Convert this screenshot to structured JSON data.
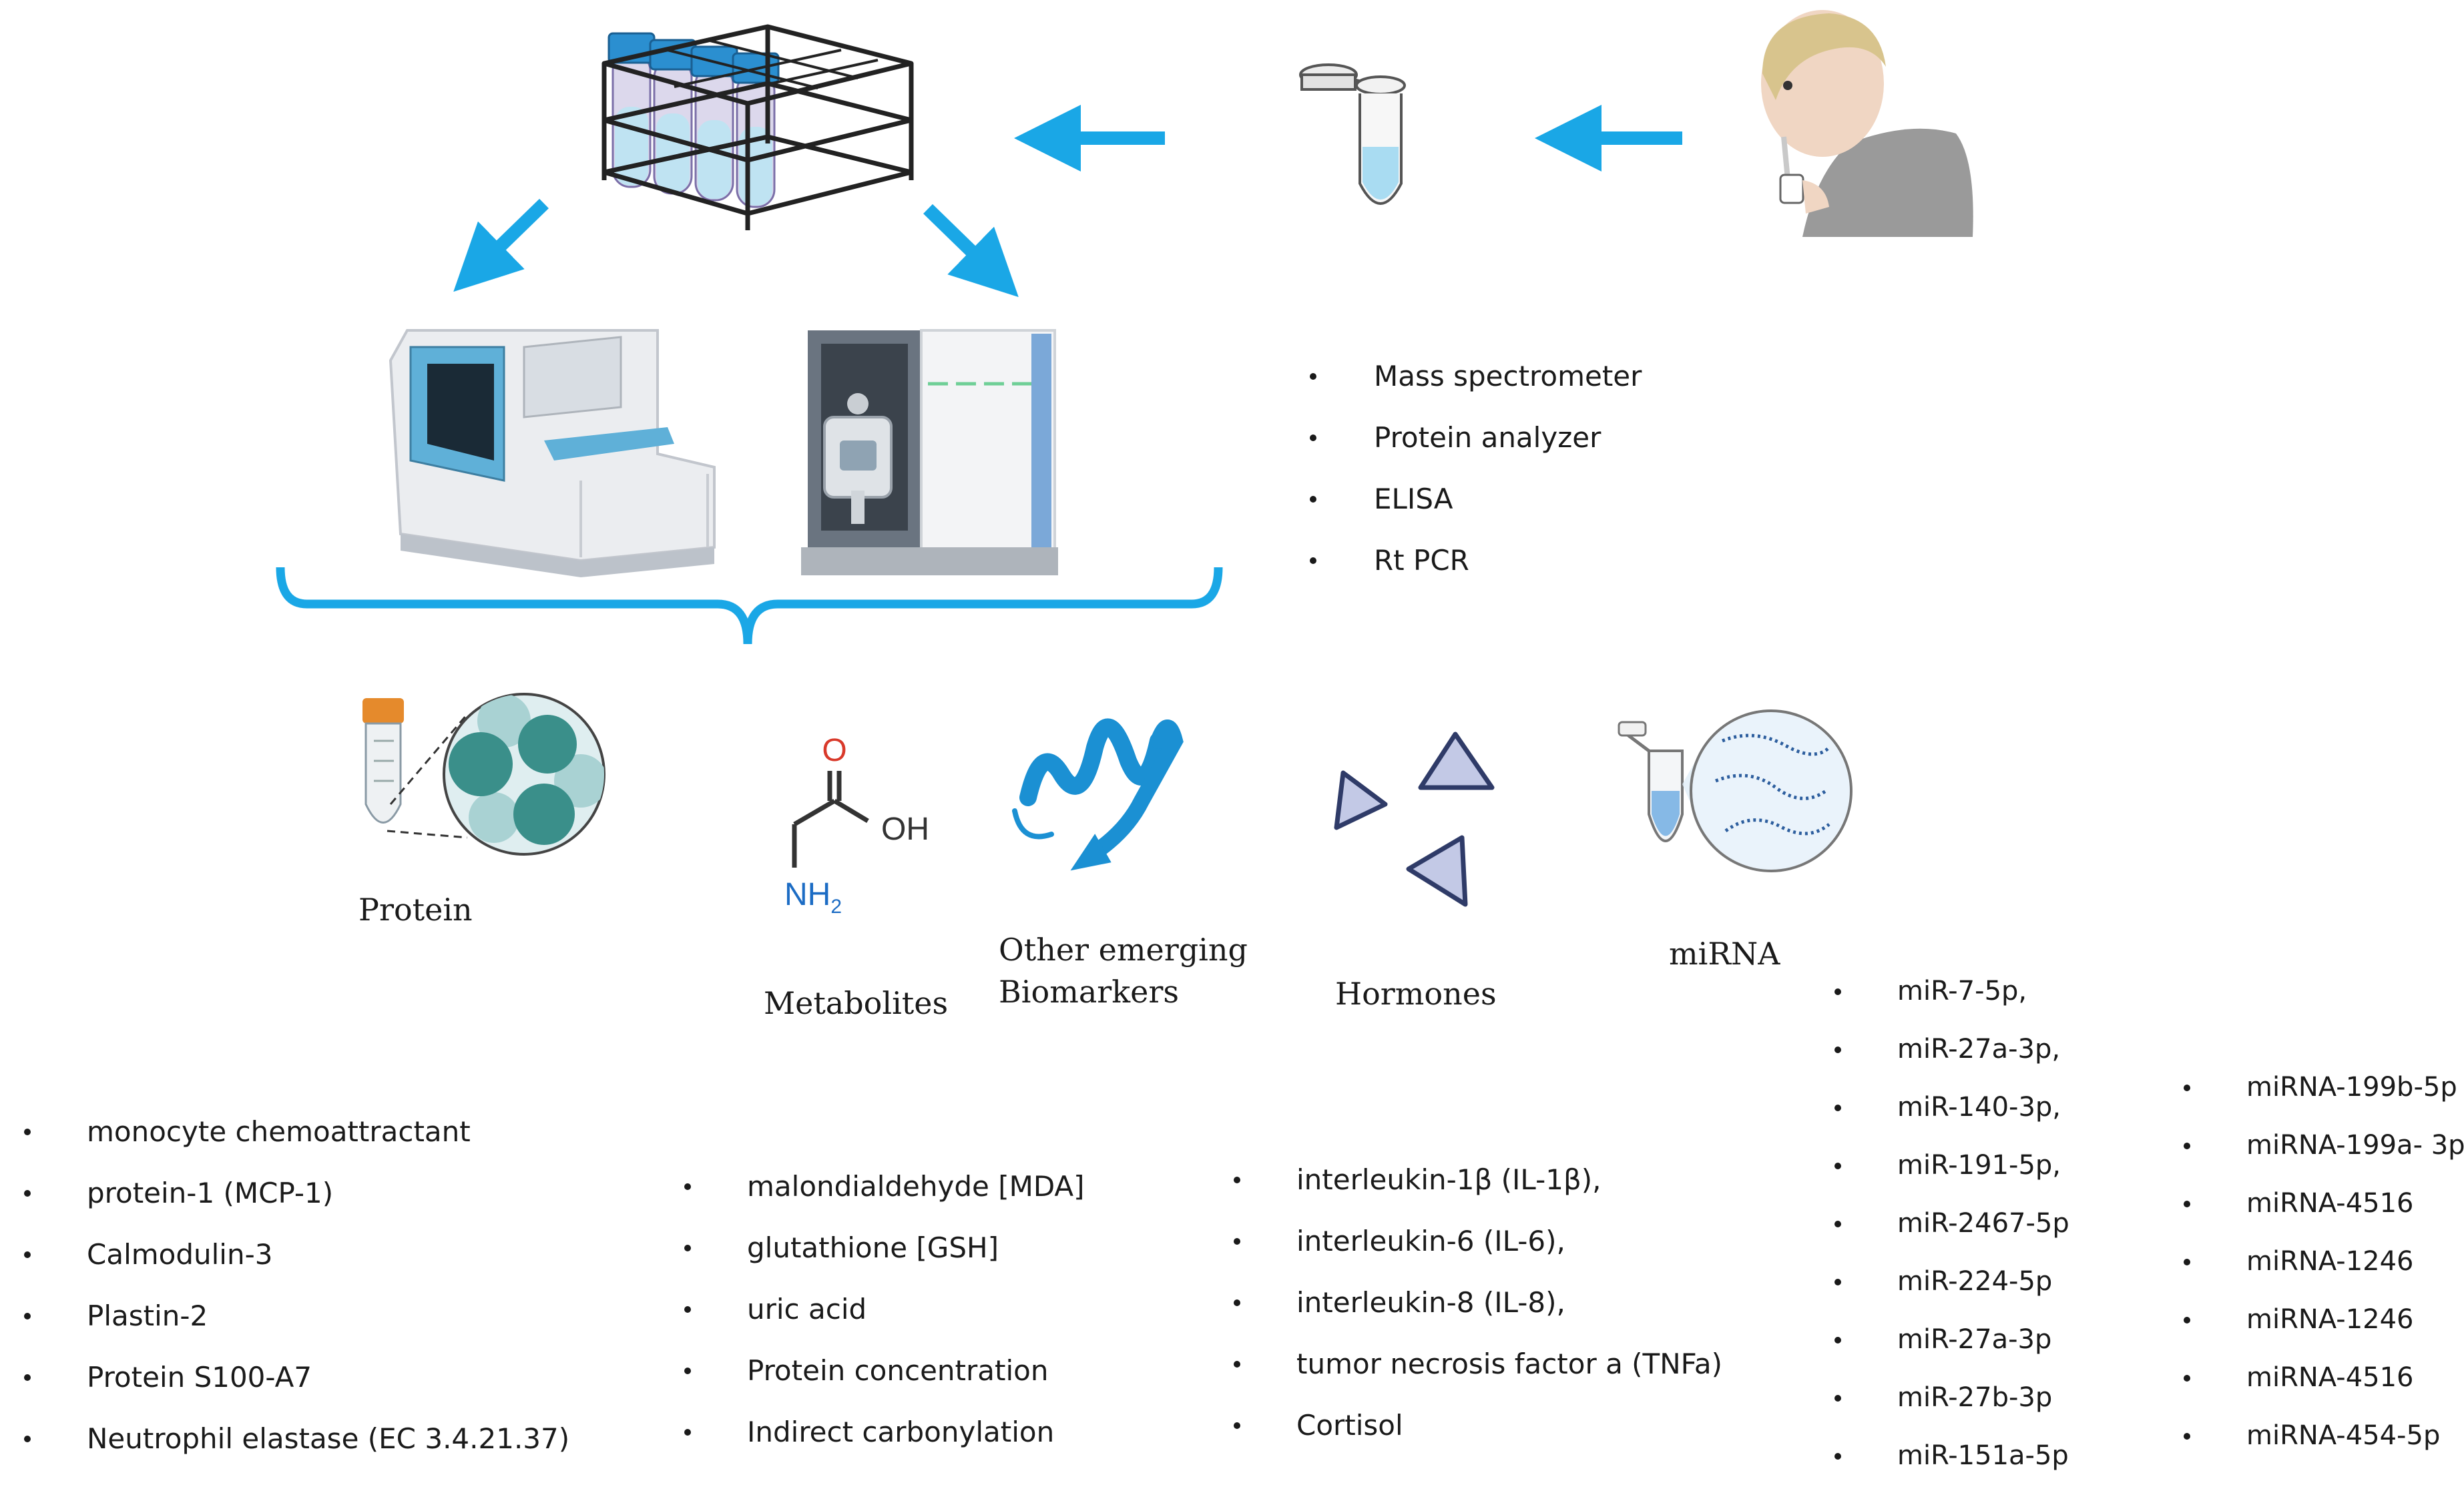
{
  "colors": {
    "arrow": "#1aa7e6",
    "bracket": "#1aa7e6",
    "protein_particle": "#3a8f8a",
    "hormone_fill": "#c3c9e6",
    "hormone_stroke": "#2f3b68",
    "metabolite_oxygen": "#d93a2b",
    "metabolite_nitrogen": "#1c6cc4"
  },
  "icons": [
    "test-tube-rack-icon",
    "sample-tube-icon",
    "person-spitting-icon",
    "protein-analyzer-icon",
    "mass-spectrometer-icon",
    "protein-tube-magnified-icon",
    "glycine-molecule-icon",
    "protein-ribbon-icon",
    "hormone-triangles-icon",
    "mirna-tube-magnified-icon"
  ],
  "methods": [
    "Mass spectrometer",
    "Protein analyzer",
    "ELISA",
    "Rt PCR"
  ],
  "molecule": {
    "oxygen": "O",
    "hydroxyl": "OH",
    "amine_n": "NH",
    "amine_sub": "2"
  },
  "categories": {
    "protein": "Protein",
    "metabolites": "Metabolites",
    "other_line1": "Other emerging",
    "other_line2": "Biomarkers",
    "hormones": "Hormones",
    "mirna": "miRNA"
  },
  "protein_markers": [
    "monocyte chemoattractant",
    "protein-1 (MCP-1)",
    "Calmodulin-3",
    "Plastin-2",
    "Protein S100-A7",
    "Neutrophil elastase (EC 3.4.21.37)"
  ],
  "metabolite_markers": [
    "malondialdehyde [MDA]",
    "glutathione [GSH]",
    "uric acid",
    "Protein concentration",
    "Indirect carbonylation"
  ],
  "hormone_markers": [
    "interleukin-1β (IL-1β),",
    "interleukin-6 (IL-6),",
    "interleukin-8 (IL-8),",
    "tumor necrosis factor a (TNFa)",
    "Cortisol"
  ],
  "mirna_markers_col1": [
    "miR-7-5p,",
    "miR-27a-3p,",
    "miR-140-3p,",
    "miR-191-5p,",
    "miR-2467-5p",
    "miR-224-5p",
    "miR-27a-3p",
    "miR-27b-3p",
    "miR-151a-5p"
  ],
  "mirna_markers_col2": [
    "miRNA-199b-5p",
    "miRNA-199a- 3p",
    "miRNA-4516",
    "miRNA-1246",
    "miRNA-1246",
    "miRNA-4516",
    "miRNA-454-5p"
  ]
}
